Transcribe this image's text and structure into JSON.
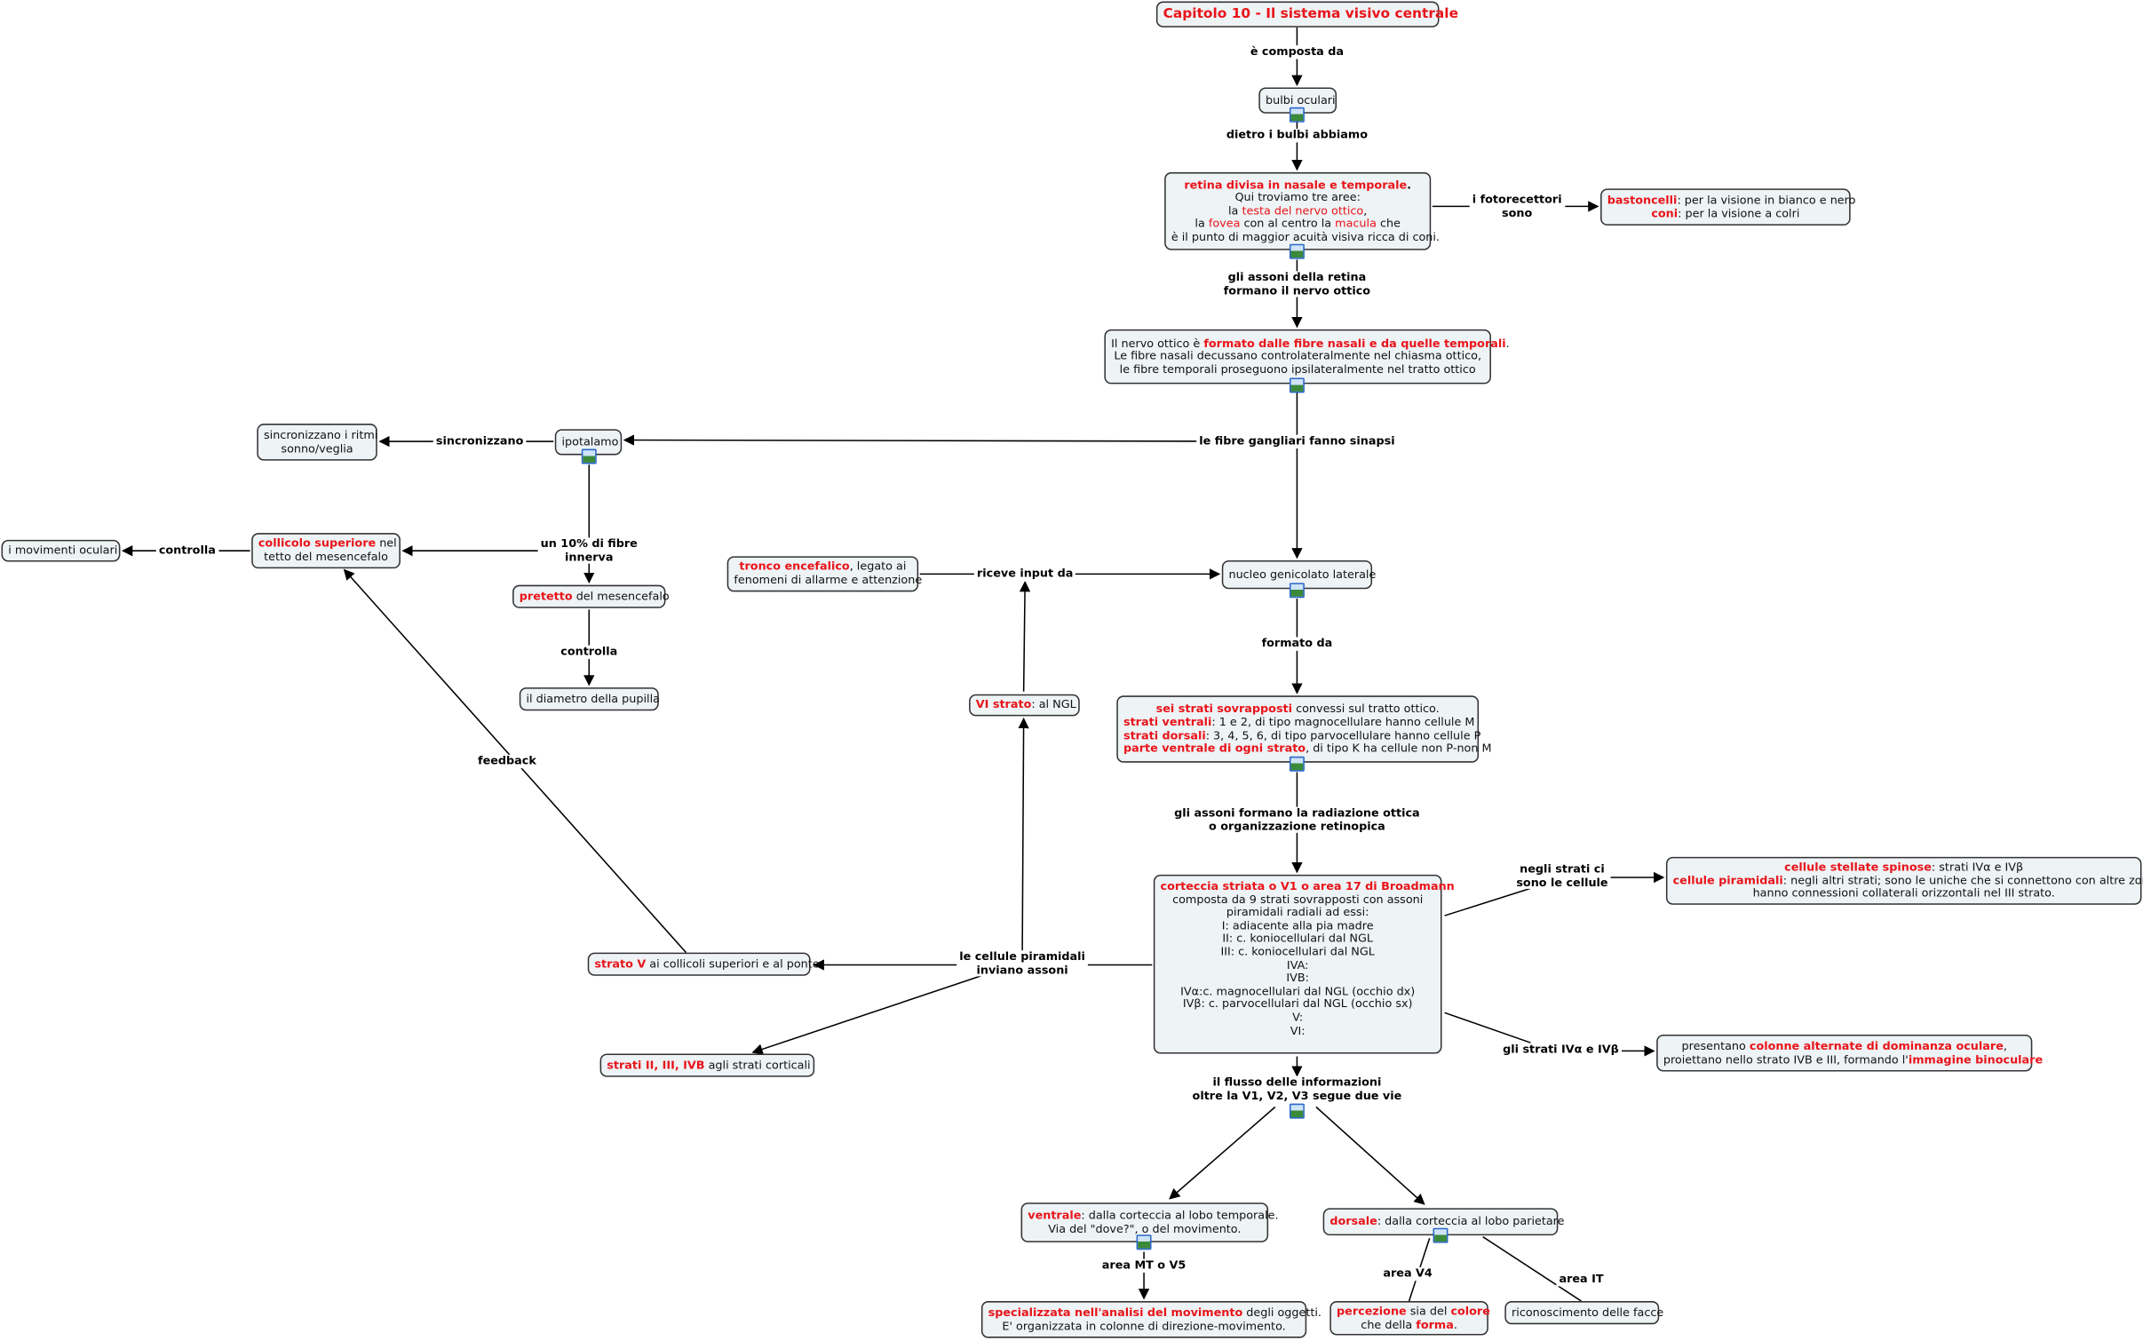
{
  "colors": {
    "accent_red": "#e8141a",
    "node_fill": "#eef3f5",
    "border": "#333333",
    "image_icon": "#2a66c8"
  },
  "nodes": {
    "title": [
      [
        {
          "t": "Capitolo 10 - Il sistema visivo centrale",
          "s": "rb"
        }
      ]
    ],
    "bulbi": [
      [
        {
          "t": "bulbi oculari",
          "s": ""
        }
      ]
    ],
    "retina": [
      [
        {
          "t": "retina divisa in nasale e temporale",
          "s": "rb"
        },
        {
          "t": ".",
          "s": "b"
        }
      ],
      [
        {
          "t": "Qui troviamo tre aree:",
          "s": ""
        }
      ],
      [
        {
          "t": "la ",
          "s": ""
        },
        {
          "t": "testa del nervo ottico",
          "s": "r"
        },
        {
          "t": ",",
          "s": ""
        }
      ],
      [
        {
          "t": "la ",
          "s": ""
        },
        {
          "t": "fovea",
          "s": "r"
        },
        {
          "t": " con al centro la ",
          "s": ""
        },
        {
          "t": "macula",
          "s": "r"
        },
        {
          "t": " che",
          "s": ""
        }
      ],
      [
        {
          "t": "è il punto di maggior acuità visiva ricca di coni.",
          "s": ""
        }
      ]
    ],
    "bast": [
      [
        {
          "t": "bastoncelli",
          "s": "rb"
        },
        {
          "t": ": per la visione in bianco e nero",
          "s": ""
        }
      ],
      [
        {
          "t": "coni",
          "s": "rb"
        },
        {
          "t": ": per la visione a colri",
          "s": ""
        }
      ]
    ],
    "nervo": [
      [
        {
          "t": "Il nervo ottico è ",
          "s": ""
        },
        {
          "t": "formato dalle fibre nasali e da quelle temporali",
          "s": "rb"
        },
        {
          "t": ".",
          "s": ""
        }
      ],
      [
        {
          "t": "Le fibre nasali decussano controlateralmente nel chiasma ottico,",
          "s": ""
        }
      ],
      [
        {
          "t": "le fibre temporali proseguono ipsilateralmente nel tratto ottico",
          "s": ""
        }
      ]
    ],
    "ipot": [
      [
        {
          "t": "ipotalamo",
          "s": ""
        }
      ]
    ],
    "sinc": [
      [
        {
          "t": "sincronizzano i ritmi",
          "s": ""
        }
      ],
      [
        {
          "t": "sonno/veglia",
          "s": ""
        }
      ]
    ],
    "coll": [
      [
        {
          "t": "collicolo superiore",
          "s": "rb"
        },
        {
          "t": " nel",
          "s": ""
        }
      ],
      [
        {
          "t": "tetto del mesencefalo",
          "s": ""
        }
      ]
    ],
    "mov": [
      [
        {
          "t": "i movimenti oculari",
          "s": ""
        }
      ]
    ],
    "pret": [
      [
        {
          "t": "pretetto",
          "s": "rb"
        },
        {
          "t": " del mesencefalo",
          "s": ""
        }
      ]
    ],
    "diam": [
      [
        {
          "t": "il diametro della pupilla",
          "s": ""
        }
      ]
    ],
    "tronco": [
      [
        {
          "t": "tronco encefalico",
          "s": "rb"
        },
        {
          "t": ", legato ai",
          "s": ""
        }
      ],
      [
        {
          "t": "fenomeni di allarme e attenzione",
          "s": ""
        }
      ]
    ],
    "ngl": [
      [
        {
          "t": "nucleo genicolato laterale",
          "s": ""
        }
      ]
    ],
    "sei": [
      [
        {
          "t": "sei strati sovrapposti",
          "s": "rb"
        },
        {
          "t": " convessi sul tratto ottico.",
          "s": ""
        }
      ],
      [
        {
          "t": "strati ventrali",
          "s": "rb"
        },
        {
          "t": ": 1 e 2, di tipo magnocellulare hanno cellule M",
          "s": ""
        }
      ],
      [
        {
          "t": "strati dorsali",
          "s": "rb"
        },
        {
          "t": ": 3, 4, 5, 6, di tipo parvocellulare hanno cellule P",
          "s": ""
        }
      ],
      [
        {
          "t": "parte ventrale di ogni strato",
          "s": "rb"
        },
        {
          "t": ", di tipo K ha cellule non P-non M",
          "s": ""
        }
      ]
    ],
    "vi": [
      [
        {
          "t": "VI strato",
          "s": "rb"
        },
        {
          "t": ": al NGL",
          "s": ""
        }
      ]
    ],
    "cort": [
      [
        {
          "t": "corteccia striata o V1 o area 17 di Broadmann",
          "s": "rb"
        }
      ],
      [
        {
          "t": "composta da 9 strati sovrapposti con assoni",
          "s": ""
        }
      ],
      [
        {
          "t": "piramidali radiali ad essi:",
          "s": ""
        }
      ],
      [
        {
          "t": "I: adiacente alla pia madre",
          "s": ""
        }
      ],
      [
        {
          "t": "II: c. koniocellulari dal NGL",
          "s": ""
        }
      ],
      [
        {
          "t": "III: c. koniocellulari dal NGL",
          "s": ""
        }
      ],
      [
        {
          "t": "IVA:",
          "s": ""
        }
      ],
      [
        {
          "t": "IVB:",
          "s": ""
        }
      ],
      [
        {
          "t": "IVα:c. magnocellulari dal NGL (occhio dx)",
          "s": ""
        }
      ],
      [
        {
          "t": "IVβ: c. parvocellulari dal NGL (occhio sx)",
          "s": ""
        }
      ],
      [
        {
          "t": "V:",
          "s": ""
        }
      ],
      [
        {
          "t": "VI:",
          "s": ""
        }
      ]
    ],
    "stell": [
      [
        {
          "t": "cellule stellate spinose",
          "s": "rb"
        },
        {
          "t": ": strati IVα e IVβ",
          "s": ""
        }
      ],
      [
        {
          "t": "cellule piramidali",
          "s": "rb"
        },
        {
          "t": ": negli altri strati; sono le uniche che si connettono con altre zone,",
          "s": ""
        }
      ],
      [
        {
          "t": "hanno connessioni collaterali orizzontali nel III strato.",
          "s": ""
        }
      ]
    ],
    "col": [
      [
        {
          "t": "presentano ",
          "s": ""
        },
        {
          "t": "colonne  alternate di dominanza oculare",
          "s": "rb"
        },
        {
          "t": ",",
          "s": ""
        }
      ],
      [
        {
          "t": "proiettano nello strato IVB e III, formando l'",
          "s": ""
        },
        {
          "t": "immagine binoculare",
          "s": "rb"
        }
      ]
    ],
    "strv": [
      [
        {
          "t": "strato V",
          "s": "rb"
        },
        {
          "t": " ai collicoli superiori e al ponte",
          "s": ""
        }
      ]
    ],
    "str2": [
      [
        {
          "t": "strati II, III, IVB",
          "s": "rb"
        },
        {
          "t": " agli strati corticali",
          "s": ""
        }
      ]
    ],
    "ventr": [
      [
        {
          "t": "ventrale",
          "s": "rb"
        },
        {
          "t": ": dalla corteccia al lobo temporale.",
          "s": ""
        }
      ],
      [
        {
          "t": "Via del \"dove?\", o del movimento.",
          "s": ""
        }
      ]
    ],
    "dors": [
      [
        {
          "t": "dorsale",
          "s": "rb"
        },
        {
          "t": ": dalla corteccia al lobo parietare",
          "s": ""
        }
      ]
    ],
    "spec": [
      [
        {
          "t": "specializzata nell'analisi del movimento",
          "s": "rb"
        },
        {
          "t": " degli oggetti.",
          "s": ""
        }
      ],
      [
        {
          "t": "E' organizzata in colonne di direzione-movimento.",
          "s": ""
        }
      ]
    ],
    "perc": [
      [
        {
          "t": "percezione",
          "s": "rb"
        },
        {
          "t": " sia del ",
          "s": ""
        },
        {
          "t": "colore",
          "s": "rb"
        }
      ],
      [
        {
          "t": "che della ",
          "s": ""
        },
        {
          "t": "forma",
          "s": "rb"
        },
        {
          "t": ".",
          "s": ""
        }
      ]
    ],
    "ric": [
      [
        {
          "t": "riconoscimento delle facce",
          "s": ""
        }
      ]
    ]
  },
  "links": {
    "composta": "è composta da",
    "dietro": "dietro i bulbi abbiamo",
    "fotorec_1": "i fotorecettori",
    "fotorec_2": "sono",
    "assoni_1": "gli assoni della retina",
    "assoni_2": "formano il nervo ottico",
    "gangliari": "le fibre gangliari fanno sinapsi",
    "sincronizzano": "sincronizzano",
    "dieci_1": "un 10% di fibre",
    "dieci_2": "innerva",
    "controlla_1": "controlla",
    "controlla_2": "controlla",
    "riceve": "riceve input da",
    "formato": "formato da",
    "feedback": "feedback",
    "radiazione_1": "gli assoni formano la radiazione ottica",
    "radiazione_2": "o organizzazione retinopica",
    "negli_1": "negli strati ci",
    "negli_2": "sono le cellule",
    "piramidali_1": "le cellule piramidali",
    "piramidali_2": "inviano assoni",
    "ivab": "gli strati IVα e IVβ",
    "flusso_1": "il flusso delle informazioni",
    "flusso_2": "oltre la V1, V2, V3 segue due vie",
    "mt": "area MT o V5",
    "v4": "area V4",
    "it": "area IT"
  }
}
